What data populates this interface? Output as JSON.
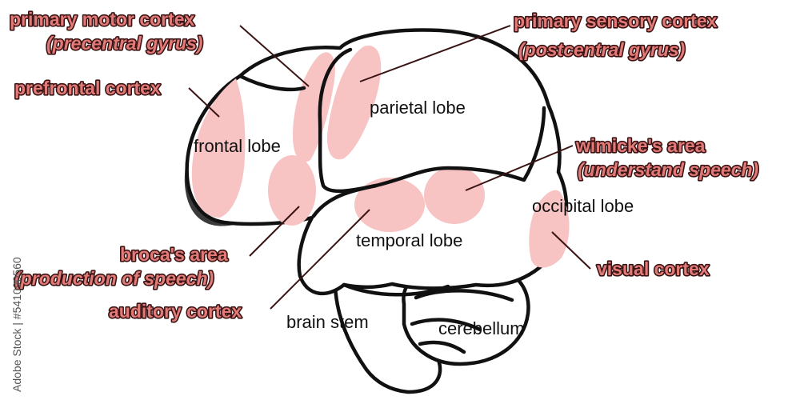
{
  "colors": {
    "highlight": "#f7c3c3",
    "label_fill": "#e27a78",
    "label_outline": "#3a1414",
    "outline": "#111111"
  },
  "labels": {
    "primary_motor_cortex": "primary motor cortex",
    "precentral_gyrus": "(precentral gyrus)",
    "prefrontal_cortex": "prefrontal cortex",
    "primary_sensory_cortex": "primary sensory cortex",
    "postcentral_gyrus": "(postcentral gyrus)",
    "wernicke_area": "wimicke's area",
    "understand_speech": "(understand speech)",
    "broca_area": "broca's area",
    "production_of_speech": "(production of speech)",
    "auditory_cortex": "auditory cortex",
    "visual_cortex": "visual cortex"
  },
  "lobes": {
    "frontal": "frontal lobe",
    "parietal": "parietal lobe",
    "temporal": "temporal lobe",
    "occipital": "occipital lobe",
    "brain_stem": "brain stem",
    "cerebellum": "cerebellum"
  },
  "stock_id": "Adobe Stock | #541090560"
}
